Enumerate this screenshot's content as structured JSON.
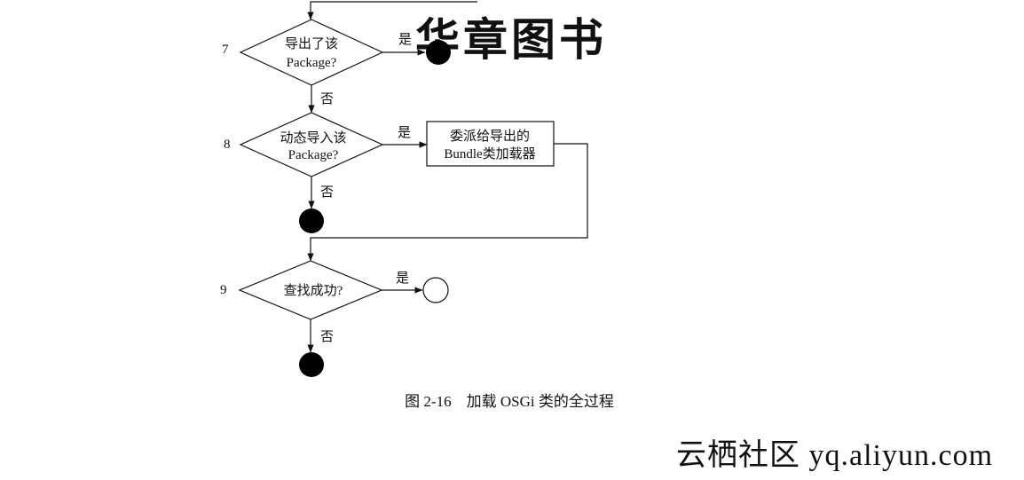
{
  "diagram": {
    "steps": [
      {
        "number": "7",
        "decision": [
          "导出了该",
          "Package?"
        ],
        "yes_label": "是",
        "no_label": "否"
      },
      {
        "number": "8",
        "decision": [
          "动态导入该",
          "Package?"
        ],
        "yes_label": "是",
        "no_label": "否"
      },
      {
        "number": "9",
        "decision": [
          "查找成功?"
        ],
        "yes_label": "是",
        "no_label": "否"
      }
    ],
    "delegate_box": [
      "委派给导出的",
      "Bundle类加载器"
    ],
    "caption": "图 2-16　加载 OSGi 类的全过程"
  },
  "watermarks": {
    "top": "华章图书",
    "bottom": "云栖社区 yq.aliyun.com",
    "top_color": "#dfe8f0",
    "bottom_color": "#e3e3e3"
  },
  "colors": {
    "line": "#111111",
    "terminal_fill": "#000000",
    "success_fill": "#ffffff"
  }
}
